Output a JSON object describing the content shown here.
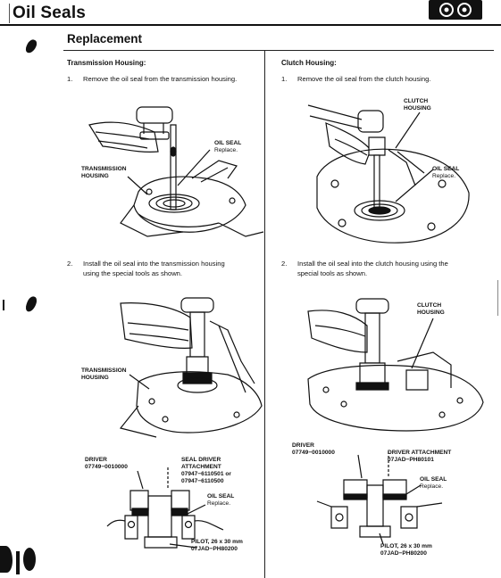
{
  "header": {
    "title": "Oil Seals"
  },
  "section": {
    "title": "Replacement"
  },
  "left": {
    "heading": "Transmission Housing:",
    "step1": {
      "num": "1.",
      "text": "Remove the oil seal from the transmission housing."
    },
    "fig1": {
      "seal": "OIL SEAL",
      "replace": "Replace.",
      "housing1": "TRANSMISSION",
      "housing2": "HOUSING"
    },
    "step2": {
      "num": "2.",
      "line1": "Install the oil seal into the transmission housing",
      "line2": "using the special tools as shown."
    },
    "fig2": {
      "housing1": "TRANSMISSION",
      "housing2": "HOUSING",
      "driver": "DRIVER",
      "driver_pn": "07749−0010000",
      "att1": "SEAL DRIVER",
      "att2": "ATTACHMENT",
      "att3": "07947−6110501 or",
      "att4": "07947−6110500",
      "seal": "OIL SEAL",
      "replace": "Replace.",
      "pilot1": "PILOT, 26 x 30 mm",
      "pilot2": "07JAD−PH80200"
    }
  },
  "right": {
    "heading": "Clutch Housing:",
    "step1": {
      "num": "1.",
      "text": "Remove the oil seal from the clutch housing."
    },
    "fig1": {
      "housing1": "CLUTCH",
      "housing2": "HOUSING",
      "seal": "OIL SEAL",
      "replace": "Replace."
    },
    "step2": {
      "num": "2.",
      "line1": "Install the oil seal into the clutch housing using the",
      "line2": "special tools as shown."
    },
    "fig2": {
      "housing1": "CLUTCH",
      "housing2": "HOUSING",
      "driver": "DRIVER",
      "driver_pn": "07749−0010000",
      "att1": "DRIVER ATTACHMENT",
      "att2": "07JAD−PH80101",
      "seal": "OIL SEAL",
      "replace": "Replace.",
      "pilot1": "PILOT, 26 x 30 mm",
      "pilot2": "07JAD−PH80200"
    }
  }
}
